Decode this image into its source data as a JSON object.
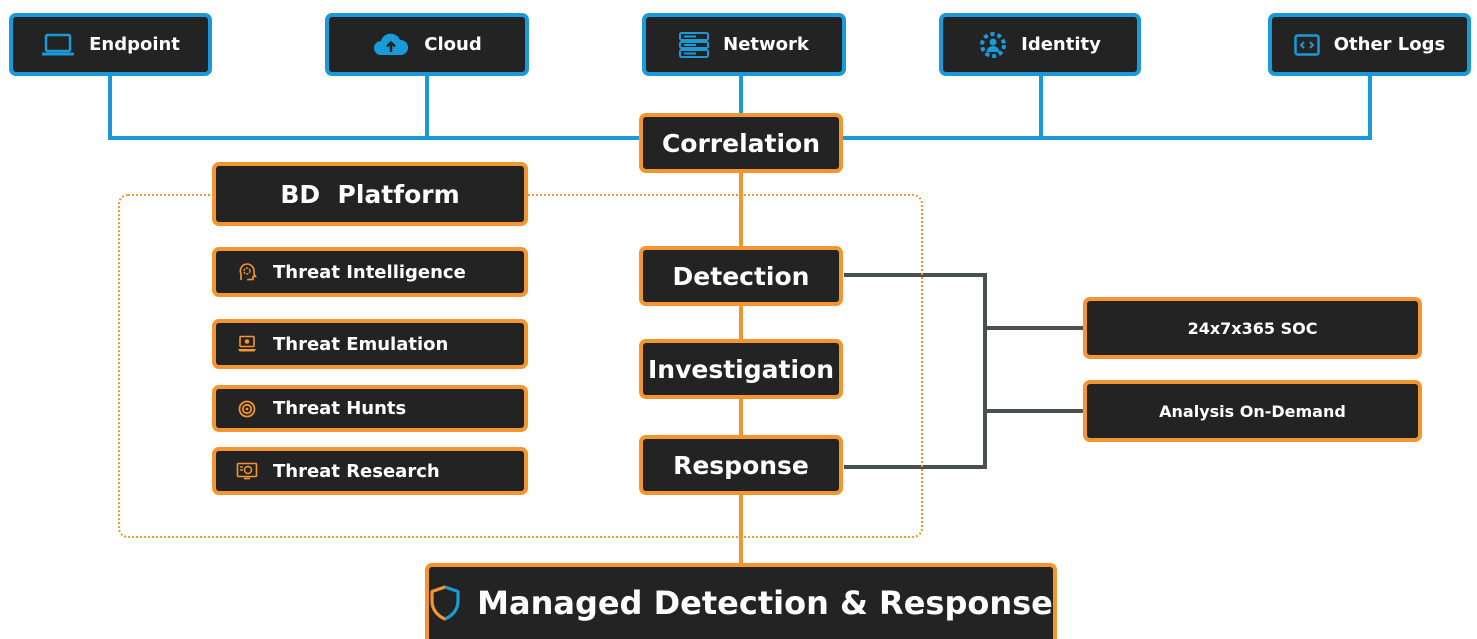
{
  "sources": [
    {
      "label": "Endpoint",
      "icon": "laptop-icon"
    },
    {
      "label": "Cloud",
      "icon": "cloud-upload-icon"
    },
    {
      "label": "Network",
      "icon": "server-icon"
    },
    {
      "label": "Identity",
      "icon": "user-gear-icon"
    },
    {
      "label": "Other Logs",
      "icon": "code-window-icon"
    }
  ],
  "pipeline": {
    "correlation": "Correlation",
    "detection": "Detection",
    "investigation": "Investigation",
    "response": "Response"
  },
  "platform": {
    "title": "BD  Platform",
    "items": [
      {
        "label": "Threat Intelligence",
        "icon": "brain-gear-icon"
      },
      {
        "label": "Threat Emulation",
        "icon": "monitor-bug-icon"
      },
      {
        "label": "Threat Hunts",
        "icon": "target-icon"
      },
      {
        "label": "Threat Research",
        "icon": "research-screen-icon"
      }
    ]
  },
  "services": [
    {
      "label": "24x7x365 SOC"
    },
    {
      "label": "Analysis On-Demand"
    }
  ],
  "footer": {
    "label": "Managed Detection & Response",
    "icon": "shield-icon"
  },
  "colors": {
    "blue": "#1a9ad8",
    "orange": "#f39530",
    "dark": "#232323",
    "gray_line": "#4a4f54"
  }
}
